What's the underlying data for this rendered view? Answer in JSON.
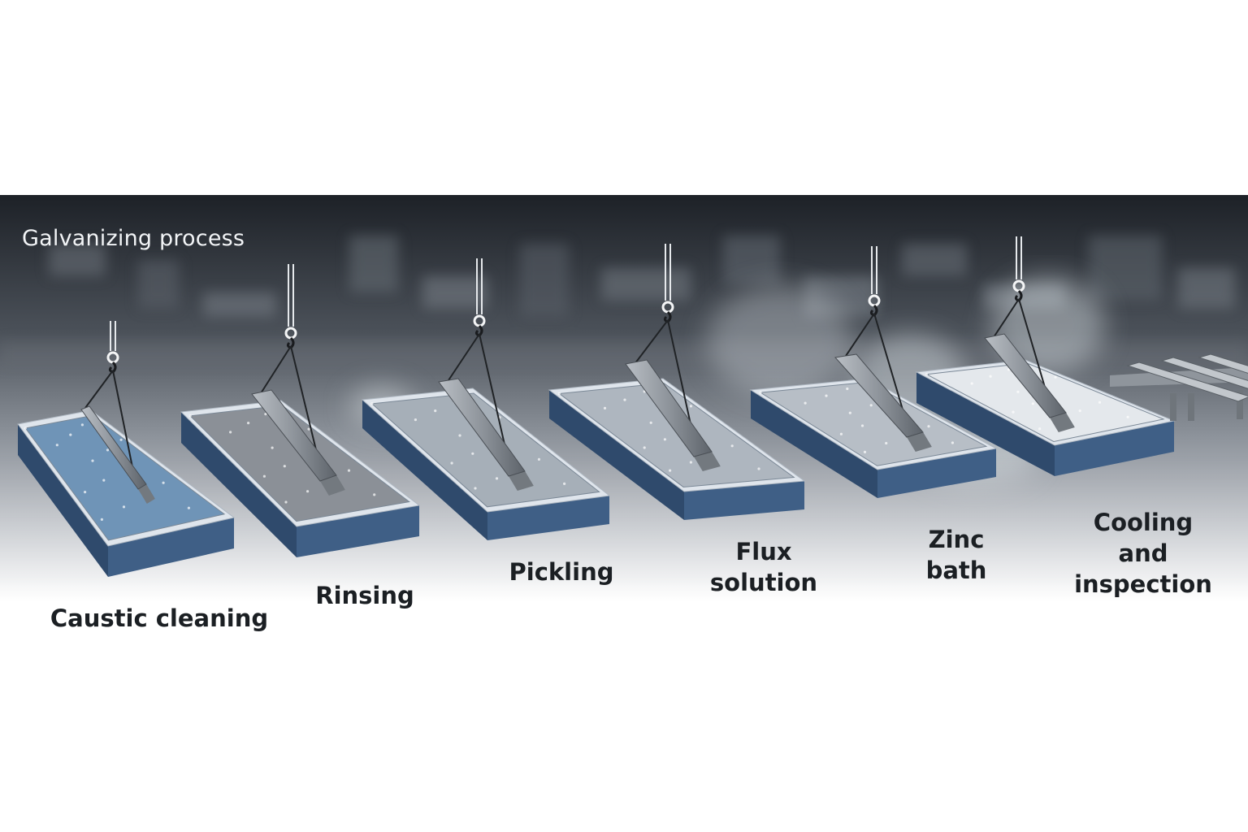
{
  "title": "Galvanizing process",
  "colors": {
    "tank_side": "#3f5f86",
    "tank_rim": "#dfe5ec",
    "background_top": "#1f2329",
    "label_text": "#1b1f23"
  },
  "steps": [
    {
      "label": "Caustic cleaning",
      "icon": "tank-with-beam-icon"
    },
    {
      "label": "Rinsing",
      "icon": "tank-with-beam-icon"
    },
    {
      "label": "Pickling",
      "icon": "tank-with-beam-icon"
    },
    {
      "label": "Flux\nsolution",
      "icon": "tank-with-beam-icon"
    },
    {
      "label": "Zinc\nbath",
      "icon": "tank-with-beam-icon"
    },
    {
      "label": "Cooling and\ninspection",
      "icon": "finished-beams-rack-icon"
    }
  ]
}
